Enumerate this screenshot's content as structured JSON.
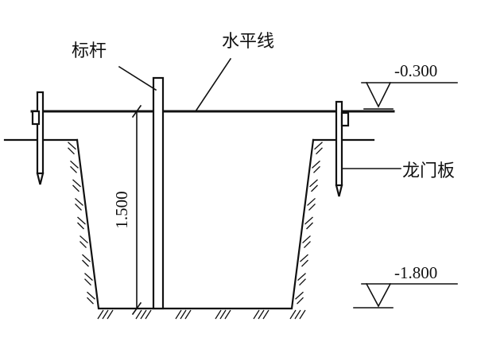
{
  "labels": {
    "pole": "标杆",
    "level_line": "水平线",
    "batter_board": "龙门板"
  },
  "dimension": "1.500",
  "elevations": {
    "top": "-0.300",
    "bottom": "-1.800"
  },
  "colors": {
    "ink": "#111111",
    "background": "#ffffff"
  }
}
